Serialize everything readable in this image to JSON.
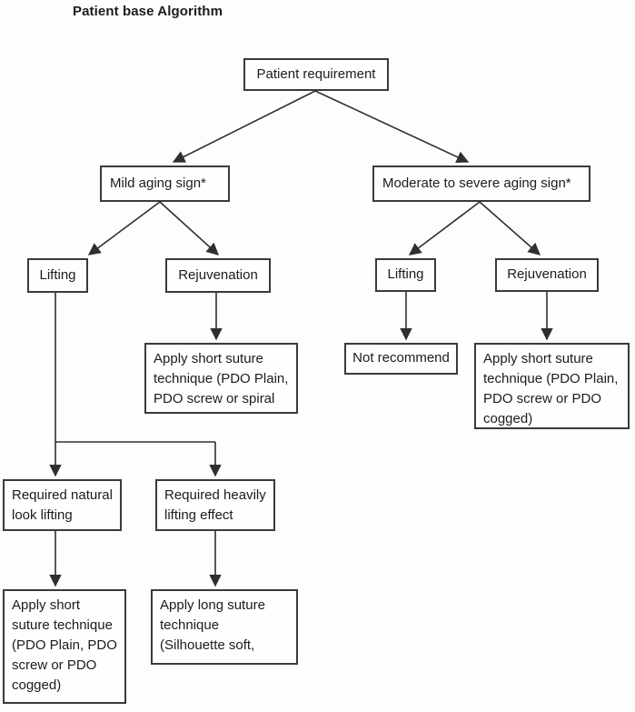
{
  "title": "Patient base Algorithm",
  "nodes": {
    "patient_requirement": {
      "label": "Patient requirement"
    },
    "mild_aging": {
      "label": "Mild aging sign*"
    },
    "moderate_severe_aging": {
      "label": "Moderate to severe aging sign*"
    },
    "lifting_mild": {
      "label": "Lifting"
    },
    "rejuvenation_mild": {
      "label": "Rejuvenation"
    },
    "lifting_moderate": {
      "label": "Lifting"
    },
    "rejuvenation_moderate": {
      "label": "Rejuvenation"
    },
    "apply_short_mild": {
      "label": "Apply short suture\ntechnique (PDO Plain,\nPDO screw or spiral"
    },
    "not_recommend": {
      "label": "Not recommend"
    },
    "apply_short_moderate": {
      "label": "Apply short suture\ntechnique (PDO Plain,\nPDO screw or PDO\ncogged)"
    },
    "required_natural": {
      "label": "Required natural\nlook lifting"
    },
    "required_heavy": {
      "label": "Required heavily\nlifting effect"
    },
    "apply_short_natural": {
      "label": "Apply short\nsuture technique\n(PDO Plain, PDO\nscrew or PDO\ncogged)"
    },
    "apply_long": {
      "label": "Apply long suture\ntechnique\n(Silhouette soft,"
    }
  },
  "colors": {
    "line": "#2f2f2f",
    "border": "#3a3a3a",
    "text": "#1c1c1c",
    "background": "#fdfdfd"
  }
}
